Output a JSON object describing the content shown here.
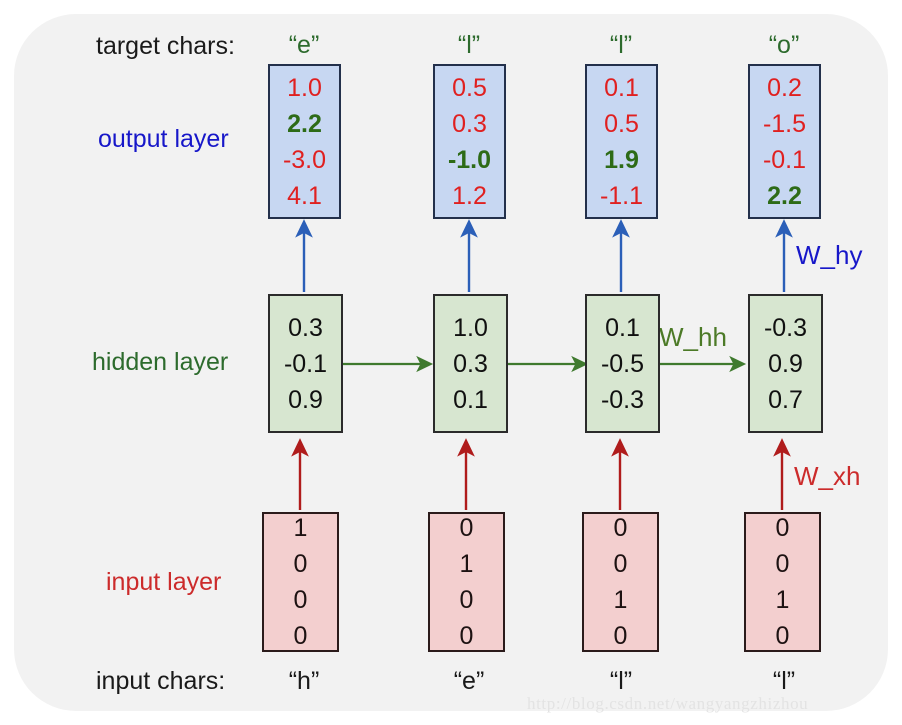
{
  "diagram": {
    "title": "Recurrent Neural Network character-level language model unrolled over 4 time steps",
    "watermark": "http://blog.csdn.net/wangyangzhizhou",
    "colors": {
      "panel_background": "#f2f2f2",
      "output_box_fill": "#c7d7f2",
      "output_box_border": "#23304b",
      "hidden_box_fill": "#d7e6d0",
      "hidden_box_border": "#2b2b2b",
      "input_box_fill": "#f3cfcf",
      "input_box_border": "#2b1b1b",
      "output_label": "#1717c9",
      "hidden_label": "#2d6b2d",
      "input_label": "#cc2b2b",
      "target_char": "#2d6b2d",
      "value_red": "#e02020",
      "value_highlight_green": "#2d6b17",
      "arrow_output": "#2b5fb8",
      "arrow_hidden": "#3f7a2e",
      "arrow_input": "#b01c1c"
    }
  },
  "labels": {
    "target_chars": "target chars:",
    "output_layer": "output layer",
    "hidden_layer": "hidden layer",
    "input_layer": "input layer",
    "input_chars": "input chars:"
  },
  "weights": {
    "w_hy": "W_hy",
    "w_hh": "W_hh",
    "w_xh": "W_xh"
  },
  "columns": [
    {
      "target_char": "“e”",
      "input_char": "“h”",
      "output": [
        "1.0",
        "2.2",
        "-3.0",
        "4.1"
      ],
      "output_highlight_index": 1,
      "hidden": [
        "0.3",
        "-0.1",
        "0.9"
      ],
      "input": [
        "1",
        "0",
        "0",
        "0"
      ]
    },
    {
      "target_char": "“l”",
      "input_char": "“e”",
      "output": [
        "0.5",
        "0.3",
        "-1.0",
        "1.2"
      ],
      "output_highlight_index": 2,
      "hidden": [
        "1.0",
        "0.3",
        "0.1"
      ],
      "input": [
        "0",
        "1",
        "0",
        "0"
      ]
    },
    {
      "target_char": "“l”",
      "input_char": "“l”",
      "output": [
        "0.1",
        "0.5",
        "1.9",
        "-1.1"
      ],
      "output_highlight_index": 2,
      "hidden": [
        "0.1",
        "-0.5",
        "-0.3"
      ],
      "input": [
        "0",
        "0",
        "1",
        "0"
      ]
    },
    {
      "target_char": "“o”",
      "input_char": "“l”",
      "output": [
        "0.2",
        "-1.5",
        "-0.1",
        "2.2"
      ],
      "output_highlight_index": 3,
      "hidden": [
        "-0.3",
        "0.9",
        "0.7"
      ],
      "input": [
        "0",
        "0",
        "1",
        "0"
      ]
    }
  ]
}
